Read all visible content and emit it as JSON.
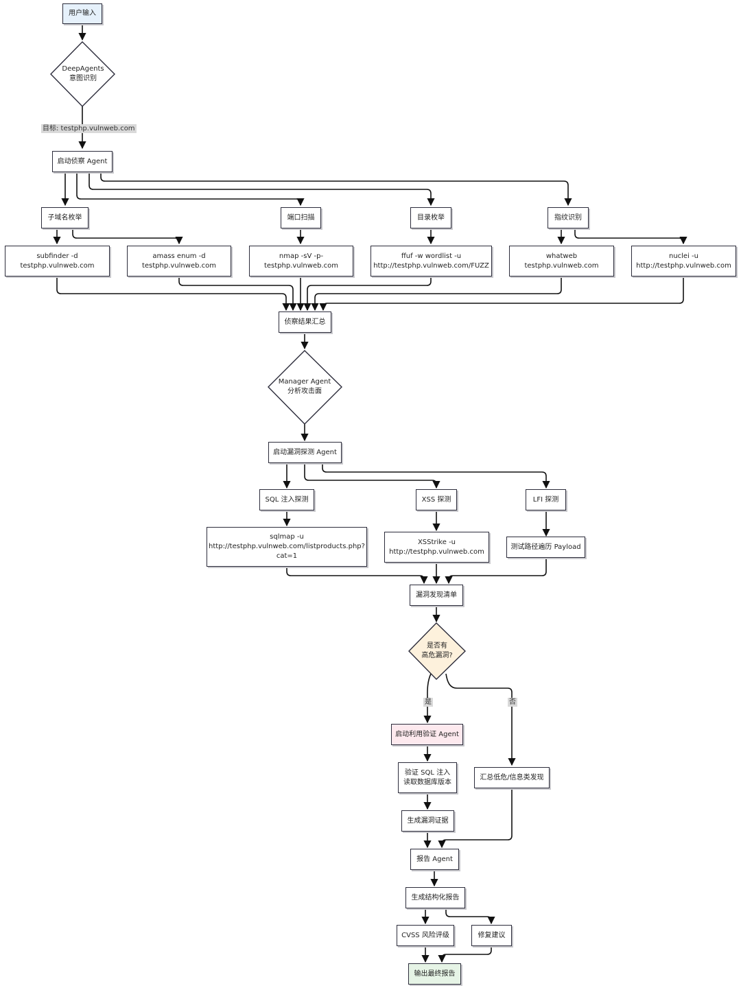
{
  "nodes": {
    "user_input": "用户输入",
    "intent": "DeepAgents\n意图识别",
    "target_label": "目标: testphp.vulnweb.com",
    "recon_agent": "启动侦察 Agent",
    "subdomain": "子域名枚举",
    "port_scan": "端口扫描",
    "dir_enum": "目录枚举",
    "fingerprint": "指纹识别",
    "subfinder": "subfinder -d\ntestphp.vulnweb.com",
    "amass": "amass enum -d\ntestphp.vulnweb.com",
    "nmap": "nmap -sV -p-\ntestphp.vulnweb.com",
    "ffuf": "ffuf -w wordlist -u\nhttp://testphp.vulnweb.com/FUZZ",
    "whatweb": "whatweb\ntestphp.vulnweb.com",
    "nuclei": "nuclei -u\nhttp://testphp.vulnweb.com",
    "recon_summary": "侦察结果汇总",
    "manager": "Manager Agent\n分析攻击面",
    "vuln_agent": "启动漏洞探测 Agent",
    "sql_probe": "SQL 注入探测",
    "xss_probe": "XSS 探测",
    "lfi_probe": "LFI 探测",
    "sqlmap": "sqlmap -u\nhttp://testphp.vulnweb.com/listproducts.php?\ncat=1",
    "xsstrike": "XSStrike -u\nhttp://testphp.vulnweb.com",
    "lfi_payload": "测试路径遍历 Payload",
    "vuln_list": "漏洞发现清单",
    "high_risk": "是否有\n高危漏洞?",
    "yes": "是",
    "no": "否",
    "exploit_agent": "启动利用验证 Agent",
    "verify_sql": "验证 SQL 注入\n读取数据库版本",
    "evidence": "生成漏洞证据",
    "low_risk": "汇总低危/信息类发现",
    "report_agent": "报告 Agent",
    "structured_report": "生成结构化报告",
    "cvss": "CVSS 风险评级",
    "fix": "修复建议",
    "final_report": "输出最终报告"
  },
  "colors": {
    "start": "#e6f1fb",
    "decision": "#fdf1dc",
    "exploit": "#fde9ee",
    "end": "#e6f4e6",
    "stroke": "#2b2b3a"
  }
}
